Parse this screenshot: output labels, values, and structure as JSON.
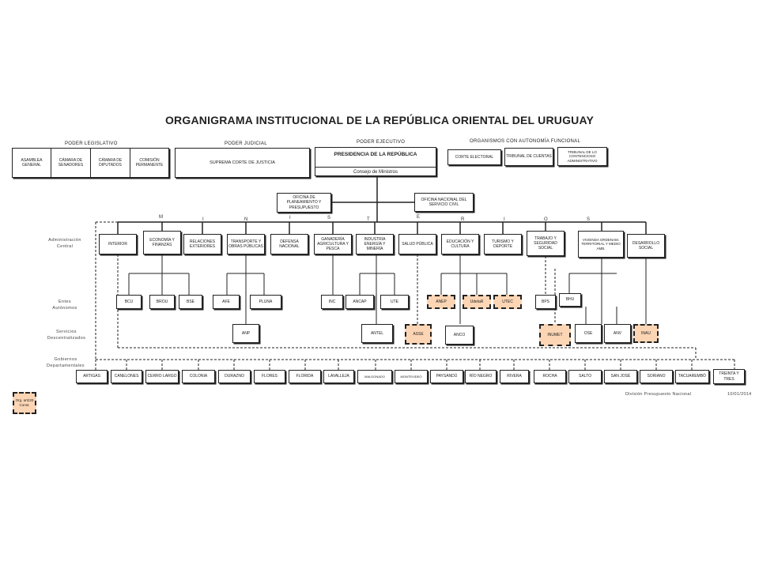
{
  "title": "ORGANIGRAMA INSTITUCIONAL DE LA REPÚBLICA ORIENTAL DEL URUGUAY",
  "headers": {
    "legislativo": "PODER LEGISLATIVO",
    "judicial": "PODER JUDICIAL",
    "ejecutivo": "PODER EJECUTIVO",
    "autonomia": "ORGANISMOS CON AUTONOMÍA FUNCIONAL"
  },
  "legislativo": [
    "ASAMBLEA GENERAL",
    "CÁMARA DE SENADORES",
    "CÁMARA DE DIPUTADOS",
    "COMISIÓN PERMANENTE"
  ],
  "judicial": "SUPREMA CORTE DE JUSTICIA",
  "presidencia": "PRESIDENCIA DE LA REPÚBLICA",
  "consejo": "Consejo de Ministros",
  "autonomia": [
    "CORTE ELECTORAL",
    "TRIBUNAL DE CUENTAS",
    "TRIBUNAL DE LO CONTENCIOSO ADMINISTRATIVO"
  ],
  "opp": "OFICINA DE PLANEAMIENTO Y PRESUPUESTO",
  "onsc": "OFICINA NACIONAL DEL SERVICIO CIVIL",
  "ministerios_letters": [
    "M",
    "I",
    "N",
    "I",
    "S",
    "T",
    "E",
    "R",
    "I",
    "O",
    "S"
  ],
  "side_labels": {
    "central": "Administración\nCentral",
    "entes": "Entes\nAutónomos",
    "servicios": "Servicios\nDescentralizados",
    "gobiernos": "Gobiernos\nDepartamentales"
  },
  "ministerios": [
    "INTERIOR",
    "ECONOMÍA Y FINANZAS",
    "RELACIONES EXTERIORES",
    "TRANSPORTE Y OBRAS PÚBLICAS",
    "DEFENSA NACIONAL",
    "GANADERÍA AGRICULTURA Y PESCA",
    "INDUSTRIA ENERGÍA Y MINERÍA",
    "SALUD PÚBLICA",
    "EDUCACIÓN Y CULTURA",
    "TURISMO Y DEPORTE",
    "TRABAJO Y SEGURIDAD SOCIAL",
    "VIVIENDA ORDENAM. TERRITORIAL Y MEDIO AMB.",
    "DESARROLLO SOCIAL"
  ],
  "entes": [
    "BCU",
    "BROU",
    "BSE",
    "AFE",
    "PLUNA",
    "INC",
    "ANCAP",
    "UTE",
    "ANEP",
    "UdelaR",
    "UTEC",
    "BPS",
    "BHU"
  ],
  "servicios": [
    "ANP",
    "ANTEL",
    "ASSE",
    "ANCO",
    "INUMET",
    "OSE",
    "ANV",
    "INAU"
  ],
  "departamentos": [
    "ARTIGAS",
    "CANELONES",
    "CERRO LARGO",
    "COLONIA",
    "DURAZNO",
    "FLORES",
    "FLORIDA",
    "LAVALLEJA",
    "MALDONADO",
    "MONTEVIDEO",
    "PAYSANDÚ",
    "RÍO NEGRO",
    "RIVERA",
    "ROCHA",
    "SALTO",
    "SAN JOSÉ",
    "SORIANO",
    "TACUAREMBÓ",
    "TREINTA Y TRES"
  ],
  "footer": {
    "division": "División Presupuesto Nacional",
    "date": "10/01/2014"
  },
  "legend": "Org. art220 Const."
}
